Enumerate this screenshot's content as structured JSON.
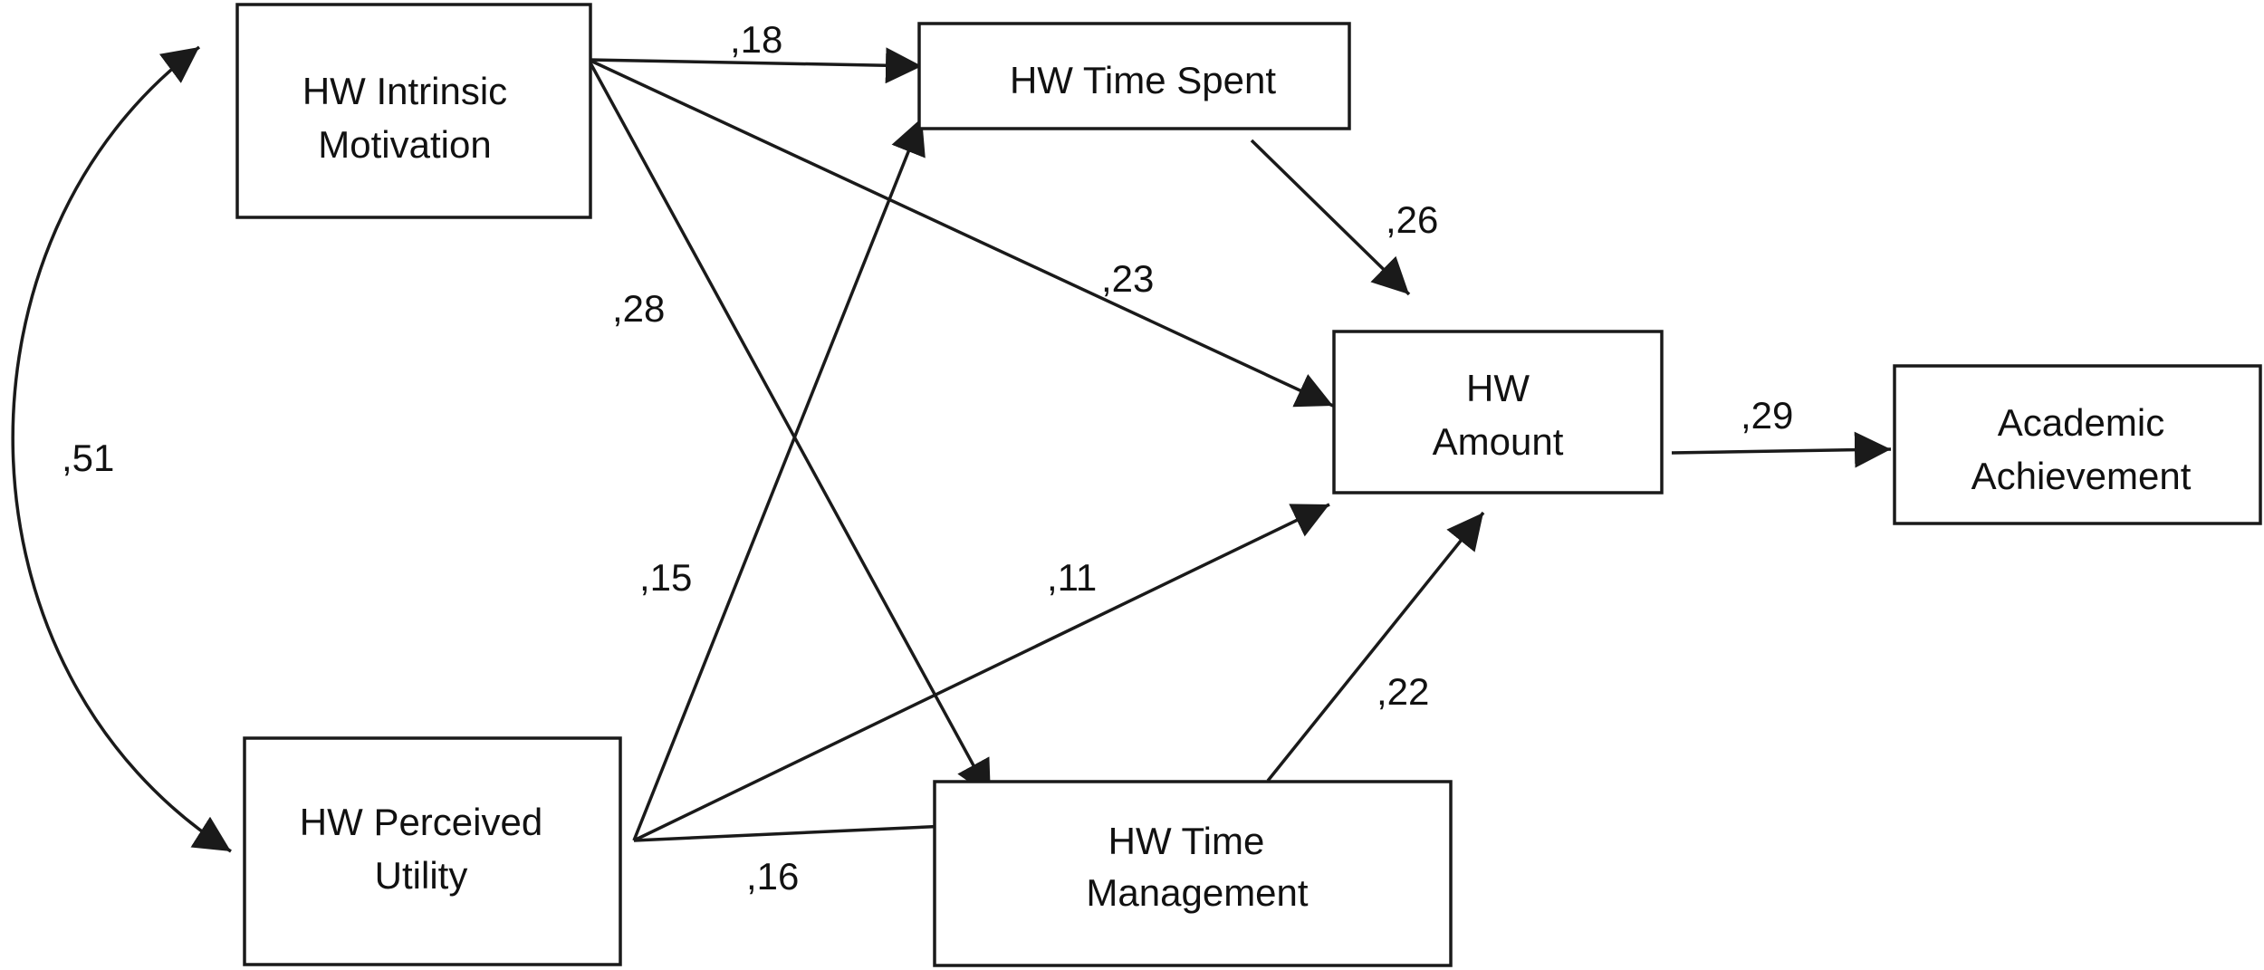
{
  "nodes": {
    "intrinsic": {
      "lines": [
        "HW Intrinsic",
        "Motivation"
      ]
    },
    "utility": {
      "lines": [
        "HW Perceived",
        "Utility"
      ]
    },
    "time_spent": {
      "lines": [
        "HW Time Spent"
      ]
    },
    "amount": {
      "lines": [
        "HW",
        "Amount"
      ]
    },
    "time_mgmt": {
      "lines": [
        "HW Time",
        "Management"
      ]
    },
    "achievement": {
      "lines": [
        "Academic",
        "Achievement"
      ]
    }
  },
  "paths": {
    "intrinsic_to_time_spent": ",18",
    "intrinsic_to_amount": ",23",
    "intrinsic_to_time_mgmt": ",28",
    "utility_to_time_spent": ",15",
    "utility_to_amount": ",11",
    "utility_to_time_mgmt": ",16",
    "time_spent_to_amount": ",26",
    "time_mgmt_to_amount": ",22",
    "amount_to_achievement": ",29",
    "intrinsic_utility_correlation": ",51"
  }
}
